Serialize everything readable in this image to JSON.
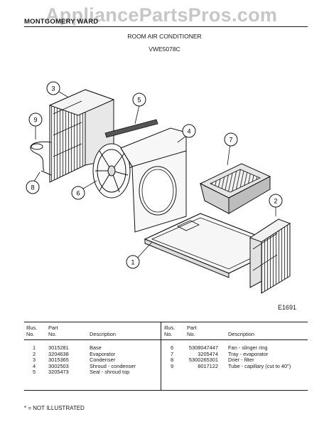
{
  "header": {
    "brand": "MONTGOMERY WARD",
    "watermark": "AppliancePartsPros.com",
    "title": "ROOM AIR CONDITIONER",
    "model": "VWE5078C"
  },
  "diagram": {
    "code": "E1691",
    "callouts": [
      "1",
      "2",
      "3",
      "4",
      "5",
      "6",
      "7",
      "8",
      "9"
    ]
  },
  "parts_table": {
    "columns": {
      "illus_1": "Illus.",
      "illus_2": "No.",
      "part_1": "Part",
      "part_2": "No.",
      "description": "Description"
    },
    "left": [
      {
        "illus": "1",
        "part": "3015281",
        "description": "Base"
      },
      {
        "illus": "2",
        "part": "3204638",
        "description": "Evaporator"
      },
      {
        "illus": "3",
        "part": "3015365",
        "description": "Condenser"
      },
      {
        "illus": "4",
        "part": "3002503",
        "description": "Shroud - condenser"
      },
      {
        "illus": "5",
        "part": "3205473",
        "description": "Seal - shroud top"
      }
    ],
    "right": [
      {
        "illus": "6",
        "part": "5308047447",
        "description": "Fan - slinger ring"
      },
      {
        "illus": "7",
        "part": "3205474",
        "description": "Tray - evaporator"
      },
      {
        "illus": "8",
        "part": "5300265301",
        "description": "Drier - filter"
      },
      {
        "illus": "9",
        "part": "8017122",
        "description": "Tube - capillary (cut to 40\")"
      }
    ]
  },
  "footnote": "* = NOT ILLUSTRATED"
}
